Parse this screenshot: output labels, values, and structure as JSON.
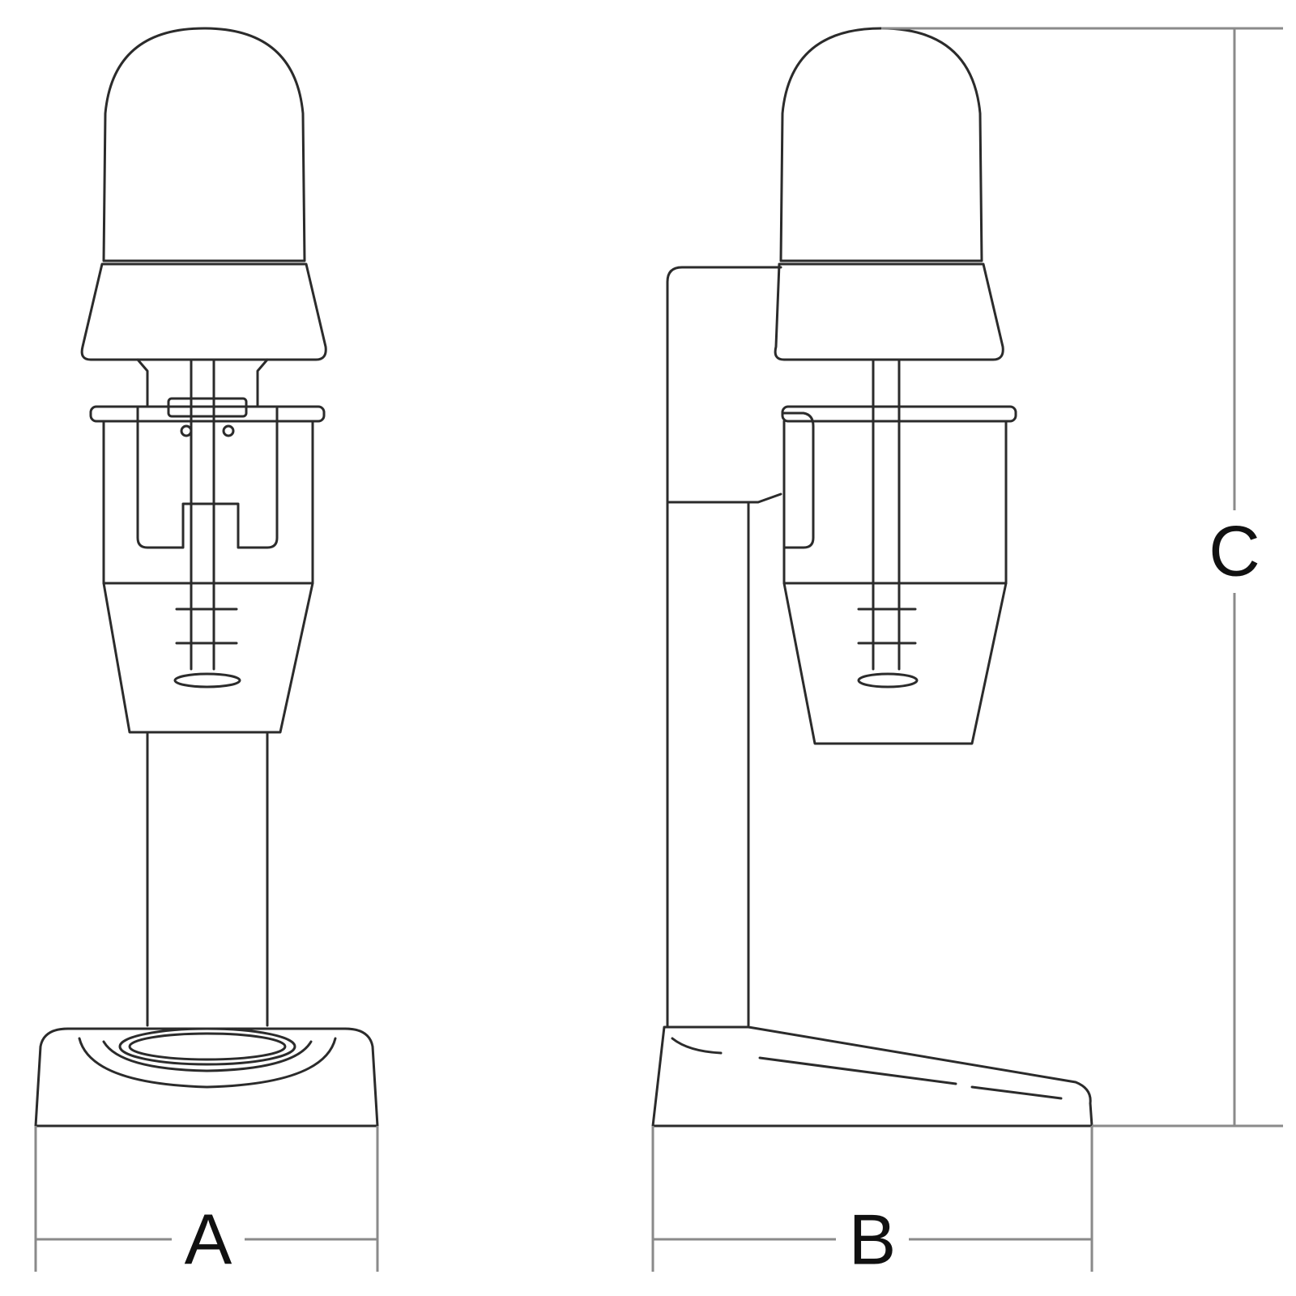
{
  "diagram": {
    "labels": {
      "width_front": "A",
      "depth_side": "B",
      "height": "C"
    },
    "colors": {
      "line": "#2b2b2b",
      "dimension": "#8a8a8a",
      "text": "#111111",
      "background": "#ffffff"
    }
  }
}
